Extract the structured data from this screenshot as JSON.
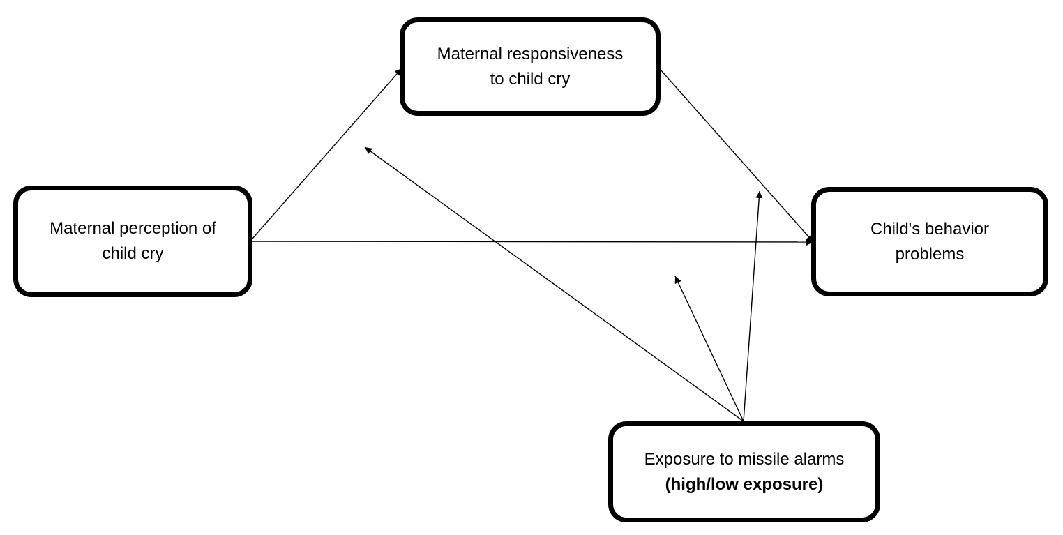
{
  "diagram": {
    "nodes": {
      "perception": {
        "lines": [
          "Maternal perception of",
          "child cry"
        ]
      },
      "responsiveness": {
        "lines": [
          "Maternal responsiveness",
          "to child cry"
        ]
      },
      "behavior": {
        "lines": [
          "Child's behavior",
          "problems"
        ]
      },
      "exposure": {
        "lines": [
          "Exposure to missile alarms",
          "(high/low exposure)"
        ]
      }
    },
    "edges": [
      {
        "from": "perception",
        "to": "responsiveness",
        "kind": "path"
      },
      {
        "from": "responsiveness",
        "to": "behavior",
        "kind": "path"
      },
      {
        "from": "perception",
        "to": "behavior",
        "kind": "path"
      },
      {
        "from": "exposure",
        "to": "perception-responsiveness-path",
        "kind": "moderation"
      },
      {
        "from": "exposure",
        "to": "perception-behavior-path",
        "kind": "moderation"
      },
      {
        "from": "exposure",
        "to": "responsiveness-behavior-path",
        "kind": "moderation"
      }
    ],
    "colors": {
      "stroke": "#000000",
      "background": "#ffffff"
    }
  }
}
